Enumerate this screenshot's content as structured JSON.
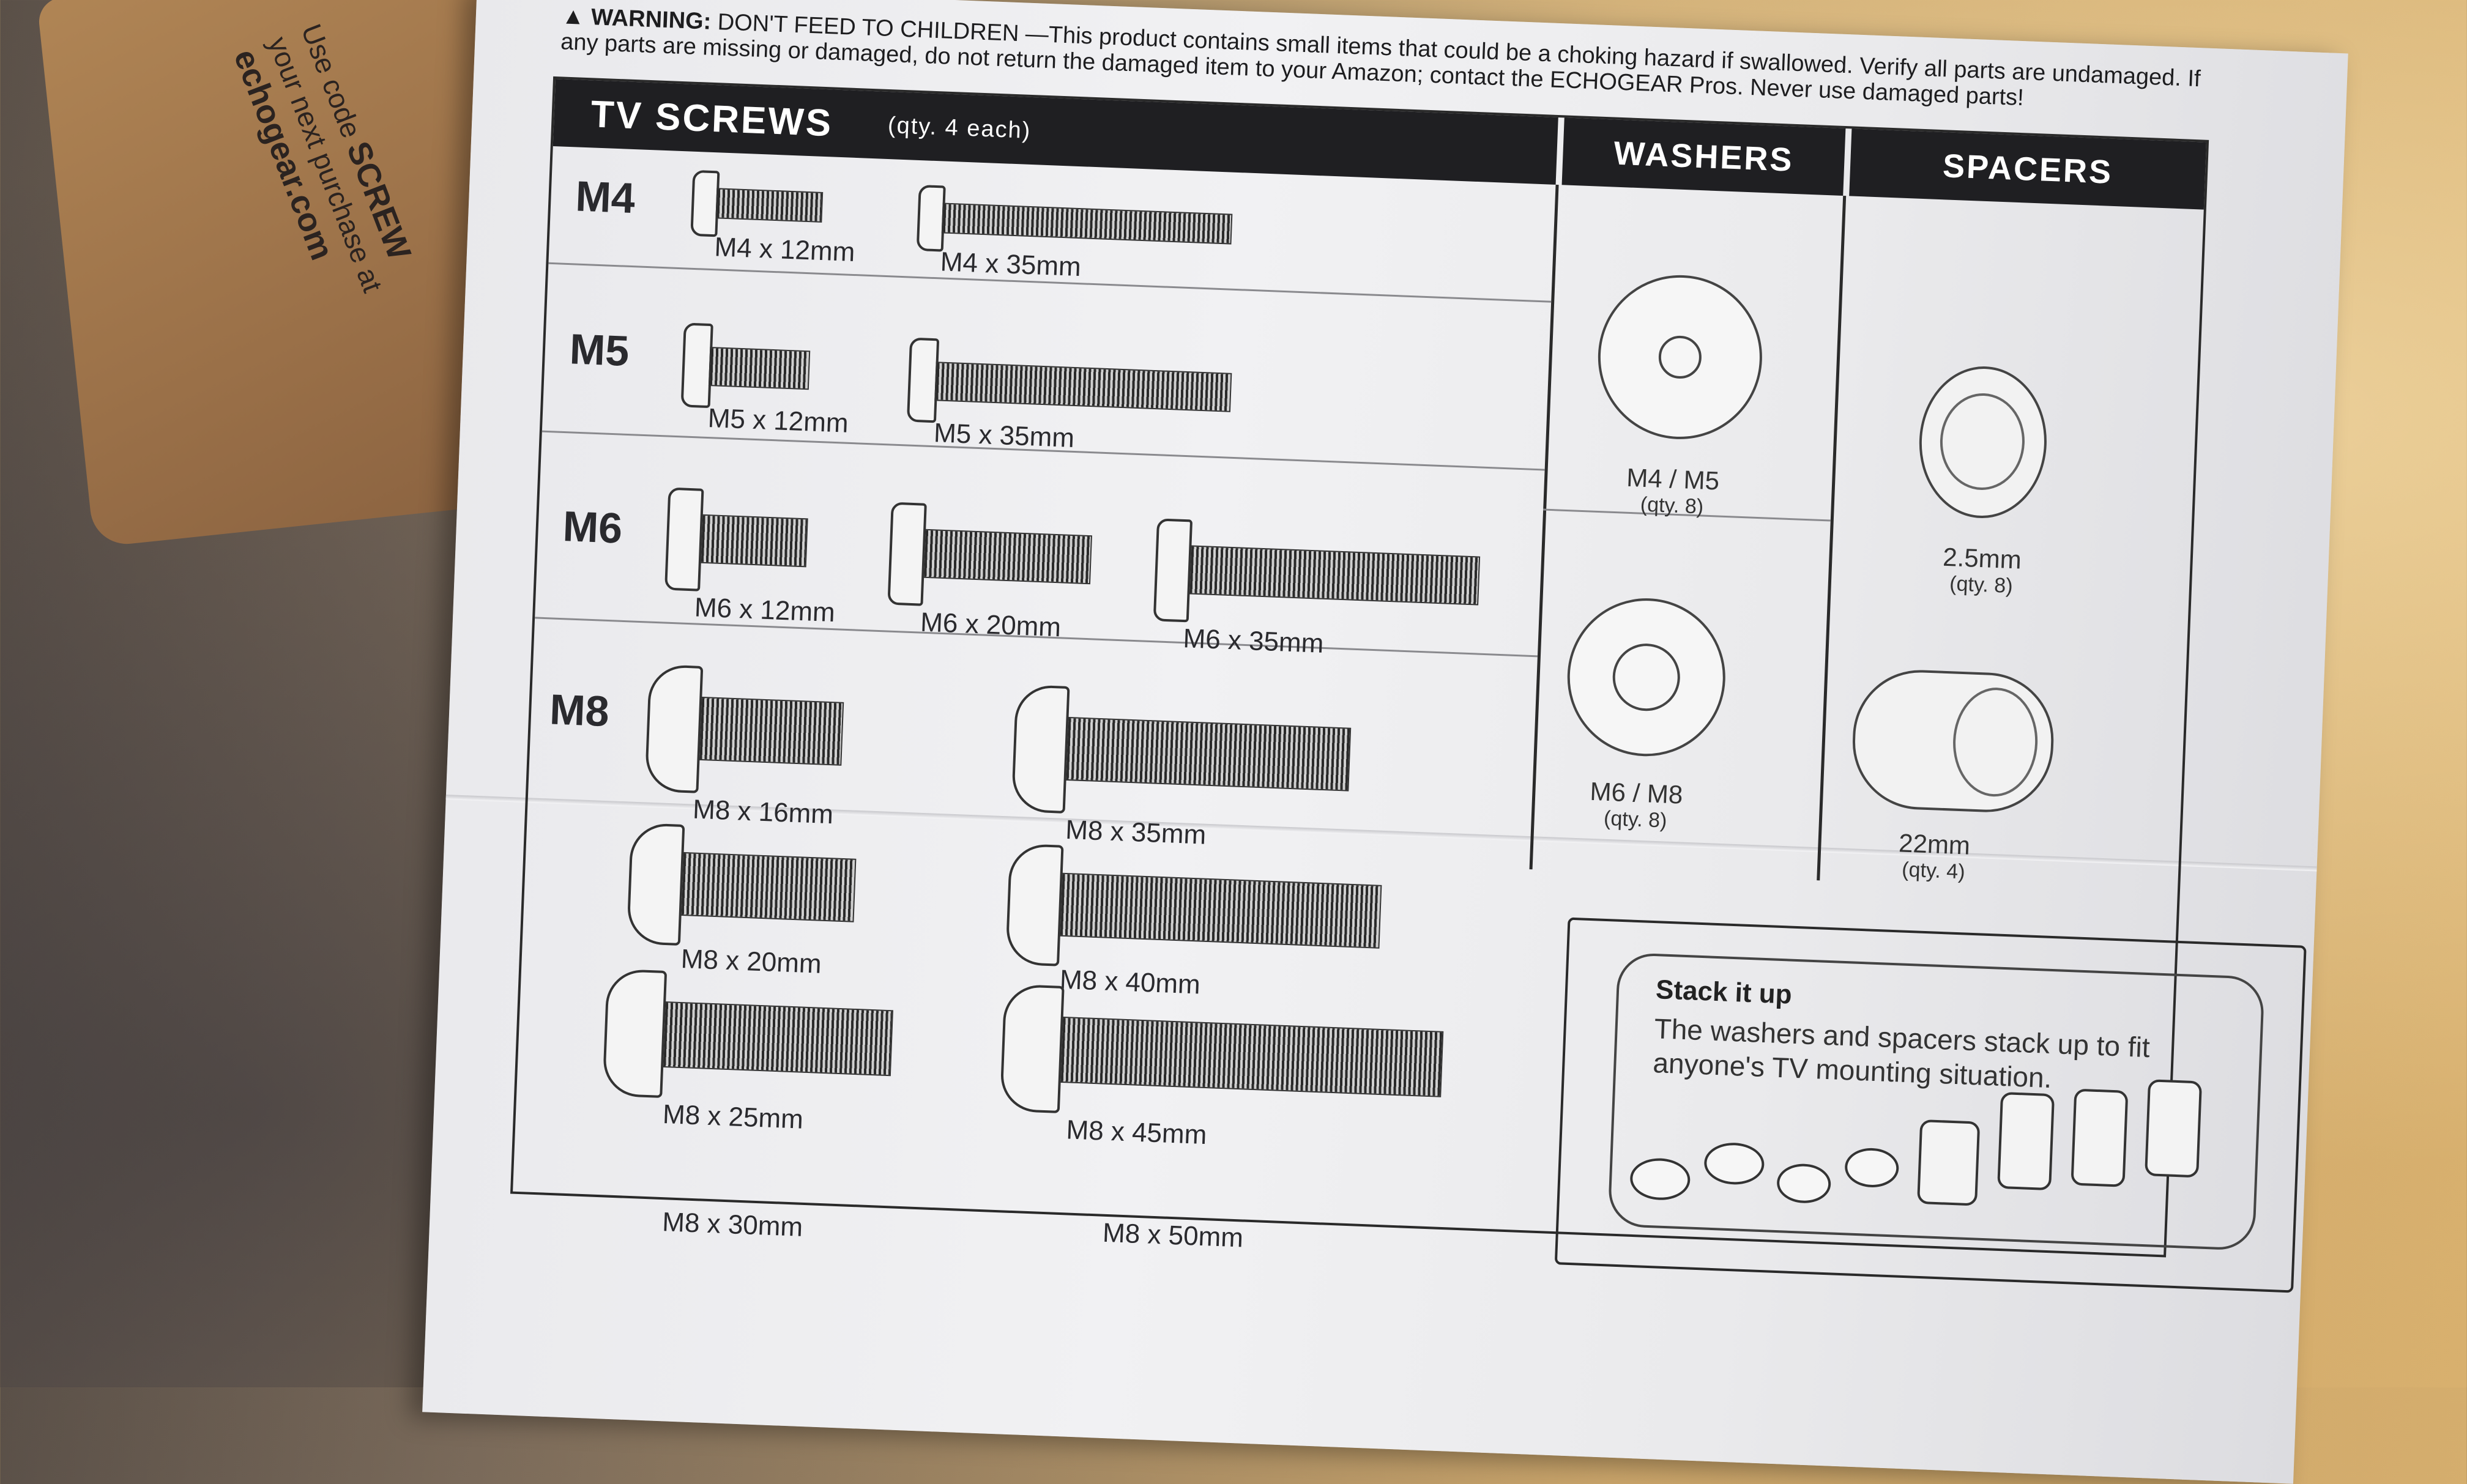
{
  "box": {
    "line1": "Use code",
    "code_word": "SCREW",
    "line2": "your next purchase at",
    "site": "echogear.com"
  },
  "warning": {
    "heading": "WARNING:",
    "text": "DON'T FEED TO CHILDREN —This product contains small items that could be a choking hazard if swallowed. Verify all parts are undamaged. If any parts are missing or damaged, do not return the damaged item to your Amazon; contact the ECHOGEAR Pros. Never use damaged parts!"
  },
  "headers": {
    "tv_screws": "TV SCREWS",
    "tv_qty": "(qty. 4 each)",
    "washers": "WASHERS",
    "spacers": "SPACERS"
  },
  "rows": [
    {
      "size": "M4",
      "screws": [
        "M4 x 12mm",
        "M4 x 35mm"
      ]
    },
    {
      "size": "M5",
      "screws": [
        "M5 x 12mm",
        "M5 x 35mm"
      ]
    },
    {
      "size": "M6",
      "screws": [
        "M6 x 12mm",
        "M6 x 20mm",
        "M6 x 35mm"
      ]
    },
    {
      "size": "M8",
      "screws": [
        "M8 x 16mm",
        "M8 x 35mm",
        "M8 x 20mm",
        "M8 x 40mm",
        "M8 x 25mm",
        "M8 x 45mm",
        "M8 x 30mm",
        "M8 x 50mm"
      ]
    }
  ],
  "washers": [
    {
      "label": "M4 / M5",
      "qty": "(qty. 8)"
    },
    {
      "label": "M6 / M8",
      "qty": "(qty. 8)"
    }
  ],
  "spacers": [
    {
      "label": "2.5mm",
      "qty": "(qty. 8)"
    },
    {
      "label": "22mm",
      "qty": "(qty. 4)"
    }
  ],
  "stack": {
    "title": "Stack it up",
    "text": "The washers and spacers stack up to fit anyone's TV mounting situation."
  },
  "colors": {
    "paper": "#eeeef0",
    "header_bar": "#1f1f22",
    "ink": "#2a2a2e",
    "cardboard": "#a57a4e",
    "desk": "#d8b06e"
  }
}
